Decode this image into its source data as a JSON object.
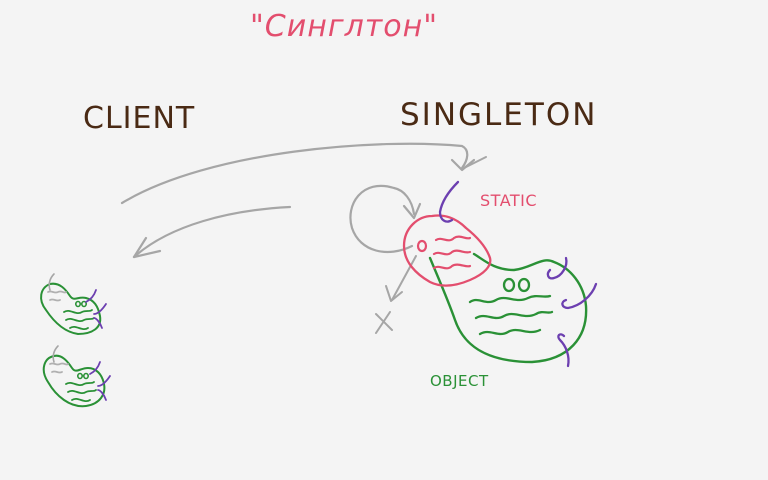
{
  "title": "\"Синглтон\"",
  "labels": {
    "client": "CLIENT",
    "singleton": "SINGLETON",
    "static": "STATIC",
    "object": "OBJECT"
  },
  "colors": {
    "title": "#e34e6e",
    "heading": "#4a2a14",
    "static": "#e34e6e",
    "object": "#2a9136",
    "arrow": "#a6a6a6",
    "pin": "#6c3fb0"
  }
}
